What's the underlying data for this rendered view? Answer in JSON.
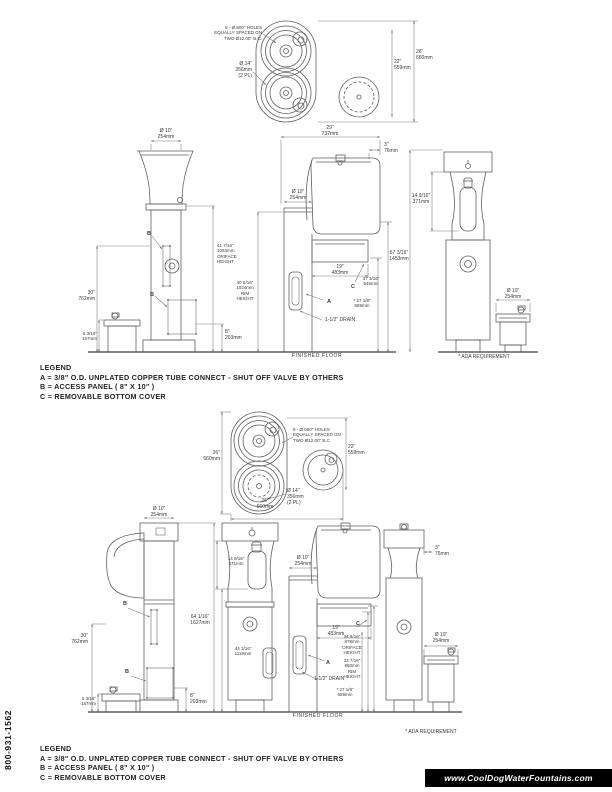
{
  "footer": {
    "phone": "800-931-1562",
    "website": "www.CoolDogWaterFountains.com",
    "bar_color": "#000000"
  },
  "legend": {
    "title": "LEGEND",
    "line_a": "A = 3/8\" O.D. UNPLATED COPPER TUBE CONNECT - SHUT OFF VALVE BY OTHERS",
    "line_b": "B = ACCESS PANEL ( 8\" X 10\" )",
    "line_c": "C = REMOVABLE BOTTOM COVER"
  },
  "g1": {
    "topview": {
      "holes_note": "8 - Ø.500\" HOLES\nEQUALLY SPACED ON\nTWO Ø12.00\" B.C.",
      "dia_note": "Ø 14\"\n356mm\n(2 PL)",
      "dim_outer": "26\"\n660mm",
      "dim_inner": "22\"\n559mm"
    },
    "front": {
      "dim_top": "Ø 10\"\n254mm",
      "callout_b1": "B",
      "callout_b2": "B",
      "dim_orifice": "41 7/16\"\n1053mm\nORIFACE\nHEIGHT",
      "dim_left": "30\"\n762mm",
      "dim_bowl": "6 3/16\"\n157mm",
      "dim_base": "8\"\n203mm"
    },
    "side": {
      "dim_depth": "29\"\n737mm",
      "dim_overhang": "3\"\n76mm",
      "dim_ped": "Ø 10\"\n254mm",
      "dim_rim": "40 5/16\"\n1024mm\nRIM\nHEIGHT",
      "dim_reach": "19\"\n483mm",
      "callout_a": "A",
      "callout_c": "C",
      "drain_note": "1-1/2\" DRAIN",
      "dim_spout": "37 3/16\"\n945mm",
      "dim_knee": "* 27 1/8\"\n689mm",
      "floor_label": "FINISHED  FLOOR"
    },
    "ada": {
      "dim_panel": "14 9/16\"\n371mm",
      "dim_height": "57 3/16\"\n1453mm",
      "dim_bowl": "Ø 10\"\n254mm",
      "note": "* ADA REQUIREMENT"
    }
  },
  "g2": {
    "topview": {
      "holes_note": "8 - Ø.500\" HOLES\nEQUALLY SPACED ON\nTWO Ø12.00\" B.C.",
      "dia_note": "Ø 14\"\n356mm\n(2 PL)",
      "dim_left": "26\"\n660mm",
      "dim_right": "22\"\n559mm",
      "dim_bottom": "26\"\n660mm"
    },
    "sideL": {
      "dim_top": "Ø 10\"\n254mm",
      "callout_b1": "B",
      "callout_b2": "B",
      "dim_left": "30\"\n762mm",
      "dim_bowl": "6 3/16\"\n157mm",
      "dim_base": "8\"\n203mm",
      "dim_height": "64 1/16\"\n1627mm"
    },
    "front": {
      "dim_panel": "14 9/16\"\n371mm",
      "dim_lower": "44 1/16\"\n1119mm"
    },
    "side": {
      "dim_ped": "Ø 10\"\n254mm",
      "dim_reach": "19\"\n483mm",
      "callout_a": "A",
      "callout_c": "C",
      "drain_note": "1-1/2\" DRAIN",
      "dim_orifice": "34 9/16\"\n878mm\nORIFACE\nHEIGHT",
      "dim_rim": "33 7/16\"\n850mm\nRIM\nHEIGHT",
      "dim_knee": "* 27 1/8\"\n689mm",
      "floor_label": "FINISHED  FLOOR"
    },
    "ada": {
      "dim_overhang": "3\"\n76mm",
      "dim_bowl": "Ø 10\"\n254mm",
      "note": "* ADA REQUIREMENT"
    }
  }
}
